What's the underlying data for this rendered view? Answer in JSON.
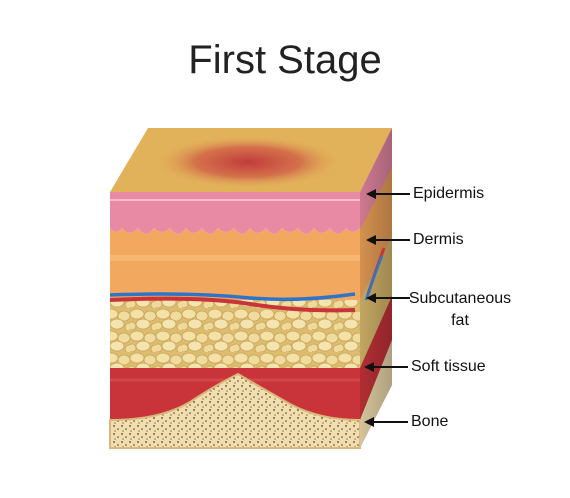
{
  "title": "First Stage",
  "colors": {
    "background": "#ffffff",
    "epidermis_top": "#e2b25a",
    "pressure_redness": "#c8443f",
    "epidermis_layer": "#e98aa5",
    "dermis": "#f2a85f",
    "subcutaneous_fat": "#e7cf8c",
    "soft_tissue": "#c8343a",
    "bone": "#f1deb0",
    "artery": "#c8343a",
    "vein": "#2e74c9",
    "pointer": "#111111"
  },
  "layers": [
    {
      "id": "epidermis",
      "label": "Epidermis"
    },
    {
      "id": "dermis",
      "label": "Dermis"
    },
    {
      "id": "subcutaneous-fat",
      "label": "Subcutaneous fat"
    },
    {
      "id": "soft-tissue",
      "label": "Soft tissue"
    },
    {
      "id": "bone",
      "label": "Bone"
    }
  ]
}
